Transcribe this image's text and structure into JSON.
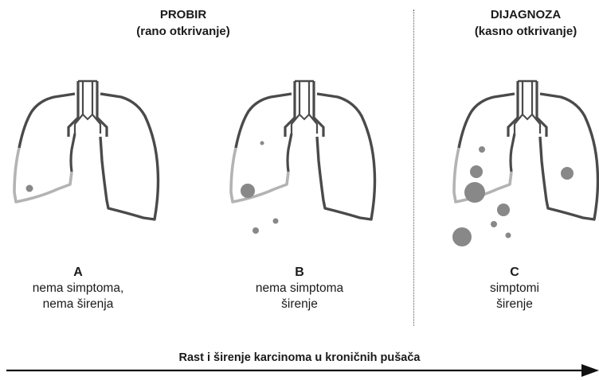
{
  "header_left": {
    "line1": "PROBIR",
    "line2": "(rano otkrivanje)"
  },
  "header_right": {
    "line1": "DIJAGNOZA",
    "line2": "(kasno otkrivanje)"
  },
  "panels": [
    {
      "label": "A",
      "line1": "nema simptoma,",
      "line2": "nema širenja"
    },
    {
      "label": "B",
      "line1": "nema simptoma",
      "line2": "širenje"
    },
    {
      "label": "C",
      "line1": "simptomi",
      "line2": "širenje"
    }
  ],
  "axis_label": "Rast i širenje karcinoma u kroničnih pušača",
  "colors": {
    "lung_dark": "#4a4a4a",
    "lung_light": "#b3b3b3",
    "tumor": "#888888",
    "arrow": "#111111"
  }
}
